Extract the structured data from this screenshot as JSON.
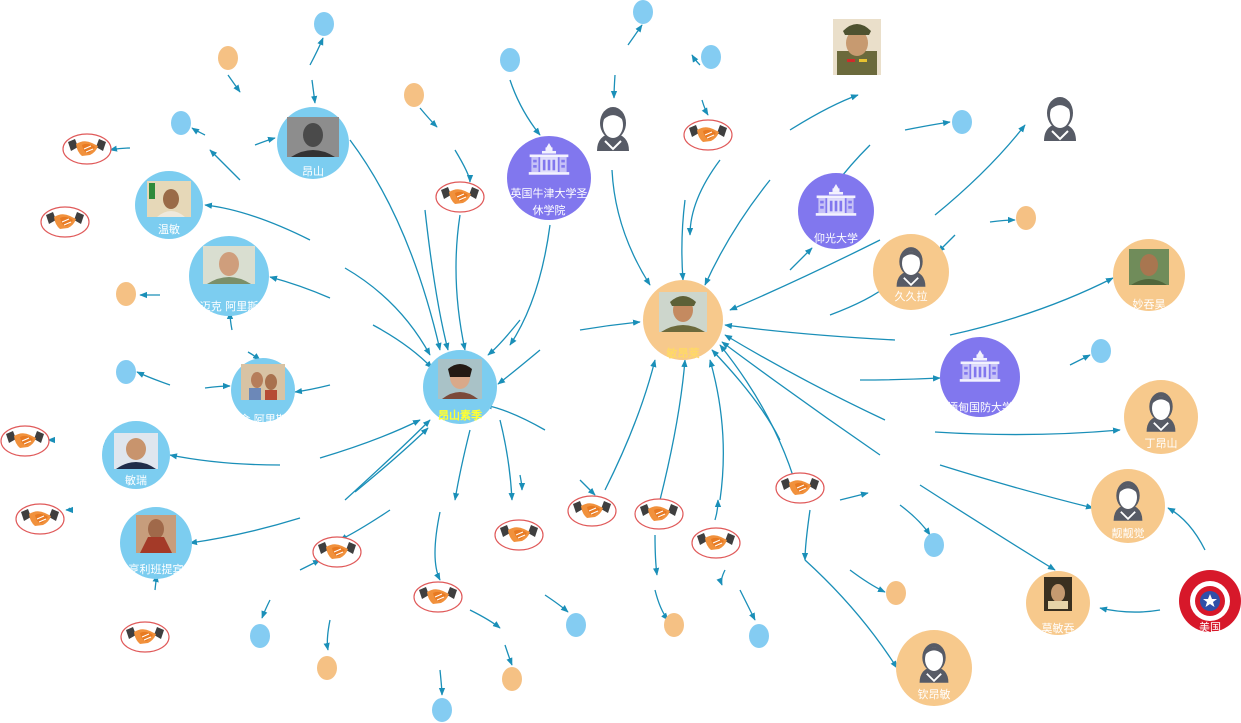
{
  "colors": {
    "person_blue": "#7ccdf0",
    "person_orange": "#f7c98c",
    "org_purple": "#8177ee",
    "edge": "#1a8fb8",
    "dot_blue": "#84ccf2",
    "dot_orange": "#f5c184",
    "usa_red": "#d7182a"
  },
  "nodes": {
    "aungsan": {
      "label": "昂山",
      "icon": "portrait-photo"
    },
    "winmyint": {
      "label": "温敏",
      "icon": "portrait-photo"
    },
    "michael": {
      "label": "迈克 阿里斯",
      "icon": "portrait-photo"
    },
    "kim": {
      "label": "金 阿里斯",
      "icon": "portrait-photo"
    },
    "myintswe": {
      "label": "敏瑞",
      "icon": "portrait-photo"
    },
    "monk": {
      "label": "亨利班提宾",
      "icon": "portrait-photo"
    },
    "assk": {
      "label": "昂山素季",
      "icon": "portrait-photo"
    },
    "oxford": {
      "label": "英国牛津大学圣休学院",
      "label_line1": "英国牛津大学圣",
      "label_line2": "休学院",
      "icon": "building-icon"
    },
    "mal": {
      "label": "敏昂莱",
      "icon": "portrait-photo"
    },
    "yangon": {
      "label": "仰光大学",
      "icon": "building-icon"
    },
    "jjl": {
      "label": "久久拉",
      "icon": "avatar-icon"
    },
    "mdu": {
      "label": "缅甸国防大学",
      "icon": "building-icon"
    },
    "mdu_short": "缅甸国防大学",
    "mzw": {
      "label": "妙吞昊",
      "icon": "portrait-photo"
    },
    "dqs": {
      "label": "丁昂山",
      "icon": "avatar-icon"
    },
    "jjj": {
      "label": "靓靓觉",
      "icon": "avatar-icon"
    },
    "mmy": {
      "label": "莫敏吞",
      "icon": "portrait-photo"
    },
    "usa": {
      "label": "美国",
      "icon": "captain-shield-icon"
    },
    "qam": {
      "label": "钦昂敏",
      "icon": "avatar-icon"
    }
  }
}
